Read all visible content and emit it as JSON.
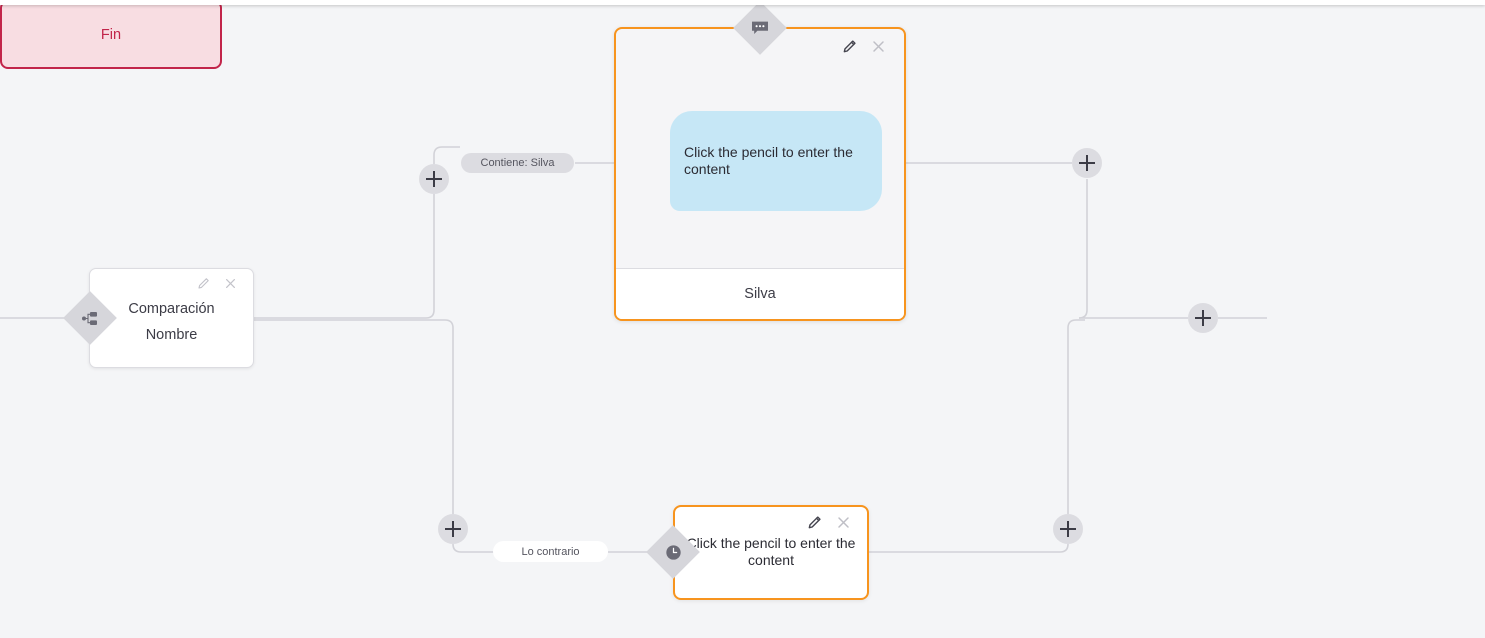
{
  "canvas": {
    "background": "#f4f5f7",
    "accent_orange": "#f7941e",
    "accent_end_border": "#c2254a",
    "accent_end_fill": "#f8dde2",
    "bubble_blue": "#c6e7f6",
    "connector_gray": "#d2d2d8"
  },
  "nodes": {
    "comparison": {
      "title": "Comparación",
      "subtitle": "Nombre",
      "badge_icon": "branch-icon",
      "edit_icon": "pencil-icon",
      "close_icon": "close-icon"
    },
    "message": {
      "badge_icon": "chat-bubble-icon",
      "edit_icon": "pencil-icon",
      "close_icon": "close-icon",
      "bubble_text": "Click the pencil to enter the content",
      "footer_label": "Silva"
    },
    "wait": {
      "badge_icon": "clock-icon",
      "edit_icon": "pencil-icon",
      "close_icon": "close-icon",
      "text": "Click the pencil to enter the content"
    },
    "end": {
      "label": "Fin"
    }
  },
  "edge_labels": {
    "true_branch": "Contiene: Silva",
    "false_branch": "Lo contrario"
  },
  "add_buttons": [
    {
      "id": "add-after-true-branch",
      "icon": "plus-icon"
    },
    {
      "id": "add-after-false-branch",
      "icon": "plus-icon"
    },
    {
      "id": "add-after-message",
      "icon": "plus-icon"
    },
    {
      "id": "add-after-wait",
      "icon": "plus-icon"
    },
    {
      "id": "add-before-end",
      "icon": "plus-icon"
    }
  ]
}
